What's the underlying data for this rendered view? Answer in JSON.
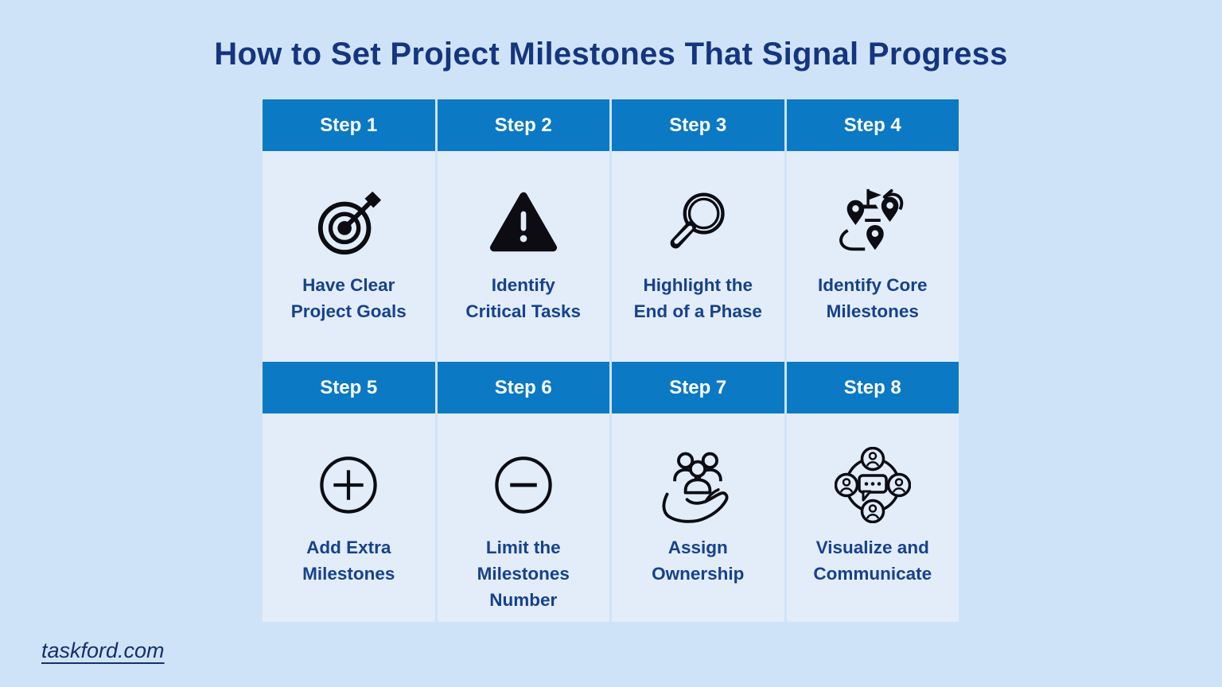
{
  "title": "How to Set Project Milestones That Signal Progress",
  "footer": {
    "link": "taskford.com"
  },
  "colors": {
    "background": "#cfe3f8",
    "cell": "#e2edf9",
    "header_blue": "#0b79c4",
    "title_navy": "#15357f",
    "label_navy": "#17418c",
    "icon_black": "#0c0c12"
  },
  "steps": [
    {
      "header": "Step 1",
      "label": "Have Clear\nProject Goals",
      "icon": "target-dart-icon"
    },
    {
      "header": "Step 2",
      "label": "Identify\nCritical Tasks",
      "icon": "warning-triangle-icon"
    },
    {
      "header": "Step 3",
      "label": "Highlight the\nEnd of a Phase",
      "icon": "magnifier-icon"
    },
    {
      "header": "Step 4",
      "label": "Identify Core\nMilestones",
      "icon": "milestones-route-icon"
    },
    {
      "header": "Step 5",
      "label": "Add Extra\nMilestones",
      "icon": "plus-circle-icon"
    },
    {
      "header": "Step 6",
      "label": "Limit the\nMilestones\nNumber",
      "icon": "minus-circle-icon"
    },
    {
      "header": "Step 7",
      "label": "Assign\nOwnership",
      "icon": "team-in-hand-icon"
    },
    {
      "header": "Step 8",
      "label": "Visualize and\nCommunicate",
      "icon": "communication-network-icon"
    }
  ]
}
